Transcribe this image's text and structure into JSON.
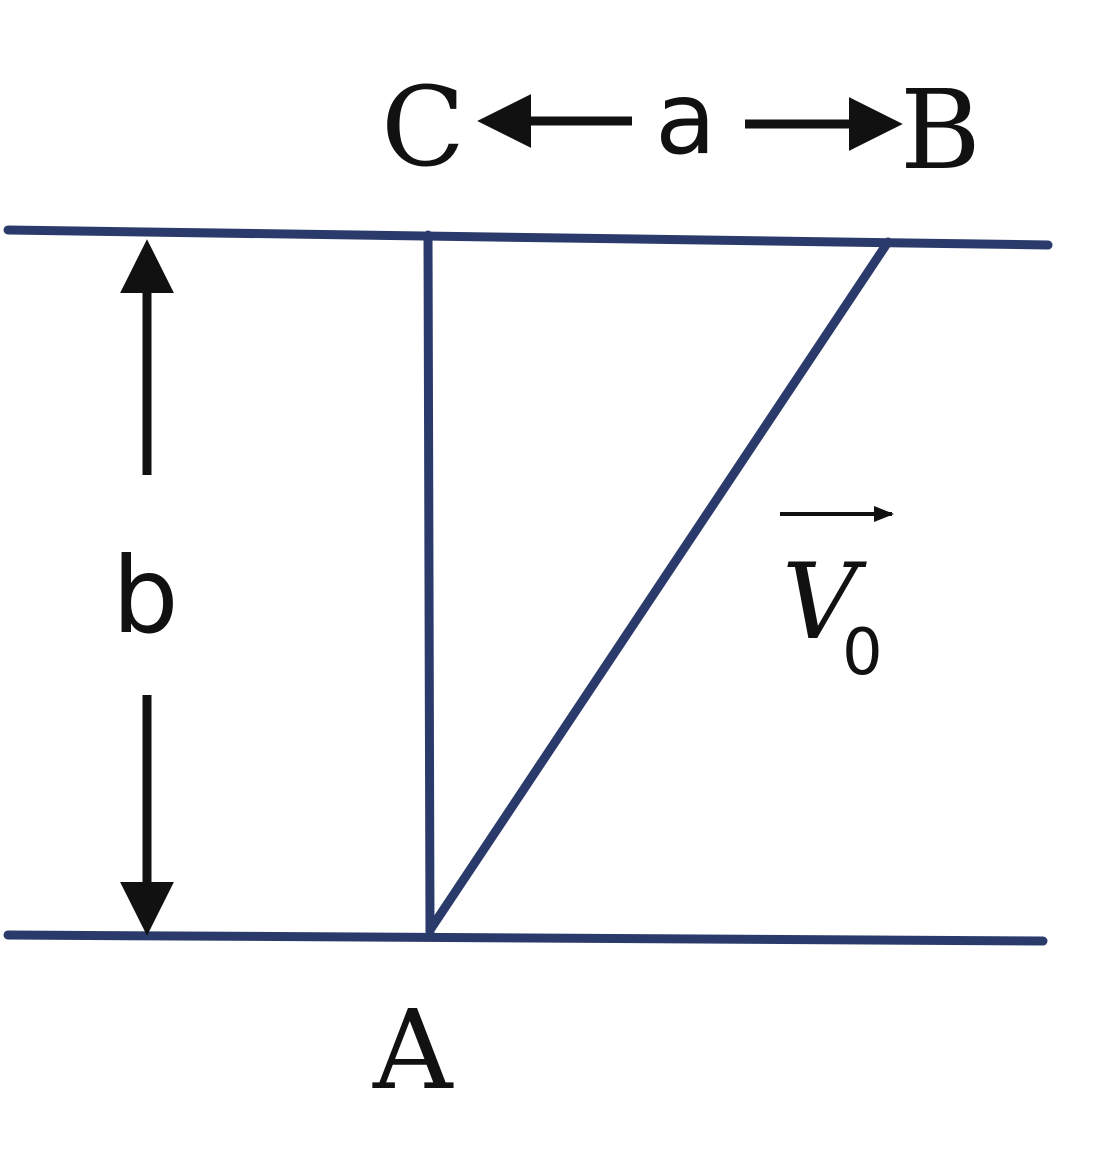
{
  "labels": {
    "point_c": "C",
    "distance_a": "a",
    "point_b": "B",
    "distance_b": "b",
    "velocity_symbol": "V",
    "velocity_subscript": "0",
    "point_a": "A"
  },
  "colors": {
    "line": "#2a3a6a",
    "arrow": "#111111",
    "text": "#111111",
    "background": "#ffffff"
  }
}
